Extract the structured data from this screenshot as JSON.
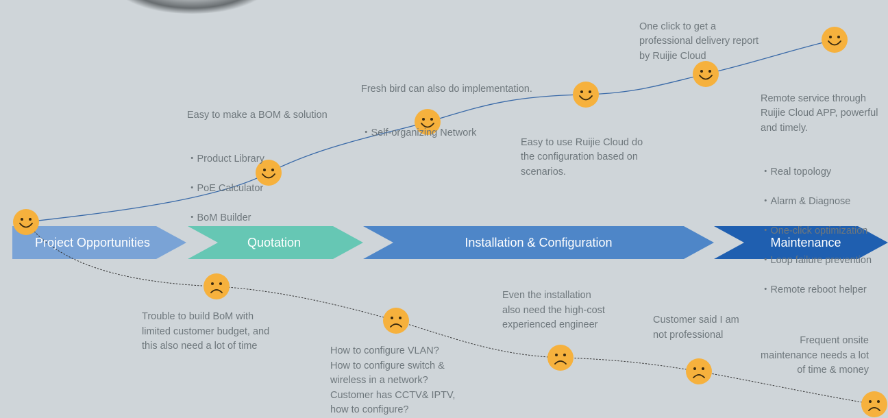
{
  "colors": {
    "background": "#cfd5d9",
    "happy_line": "#3a6aa8",
    "sad_line": "#333333",
    "face_fill": "#f6b13d",
    "face_stroke": "#3a2a10"
  },
  "stages": [
    {
      "label": "Project Opportunities",
      "color": "#7aa3d6"
    },
    {
      "label": "Quotation",
      "color": "#66c7b4"
    },
    {
      "label": "Installation & Configuration",
      "color": "#4e86c8"
    },
    {
      "label": "Maintenance",
      "color": "#1f5fb0"
    }
  ],
  "positive_notes": [
    {
      "head": "Easy to make a BOM & solution",
      "items": [
        "Product Library",
        "PoE Calculator",
        "BoM Builder"
      ]
    },
    {
      "head": "Fresh bird can also do implementation.",
      "items": [
        "Self-organizing Network"
      ]
    },
    {
      "head": "Easy to use Ruijie Cloud do\nthe configuration based on\nscenarios.",
      "items": []
    },
    {
      "head": "One click to get a\nprofessional delivery report\nby Ruijie Cloud",
      "items": []
    },
    {
      "head": "Remote service through\nRuijie Cloud APP, powerful\nand timely.",
      "items": [
        "Real topology",
        "Alarm & Diagnose",
        "One-click optimization",
        "Loop failure prevention",
        "Remote reboot helper"
      ]
    }
  ],
  "negative_notes": [
    {
      "text": "Trouble to build BoM with\nlimited customer budget, and\nthis also need a lot of time"
    },
    {
      "text": "How to configure VLAN?\nHow to configure switch &\nwireless in a network?\nCustomer has CCTV& IPTV,\nhow to configure?"
    },
    {
      "text": "Even the installation\nalso need the high-cost\nexperienced engineer"
    },
    {
      "text": "Customer said I am\nnot professional"
    },
    {
      "text": "Frequent onsite\nmaintenance needs a lot\nof time & money"
    }
  ]
}
